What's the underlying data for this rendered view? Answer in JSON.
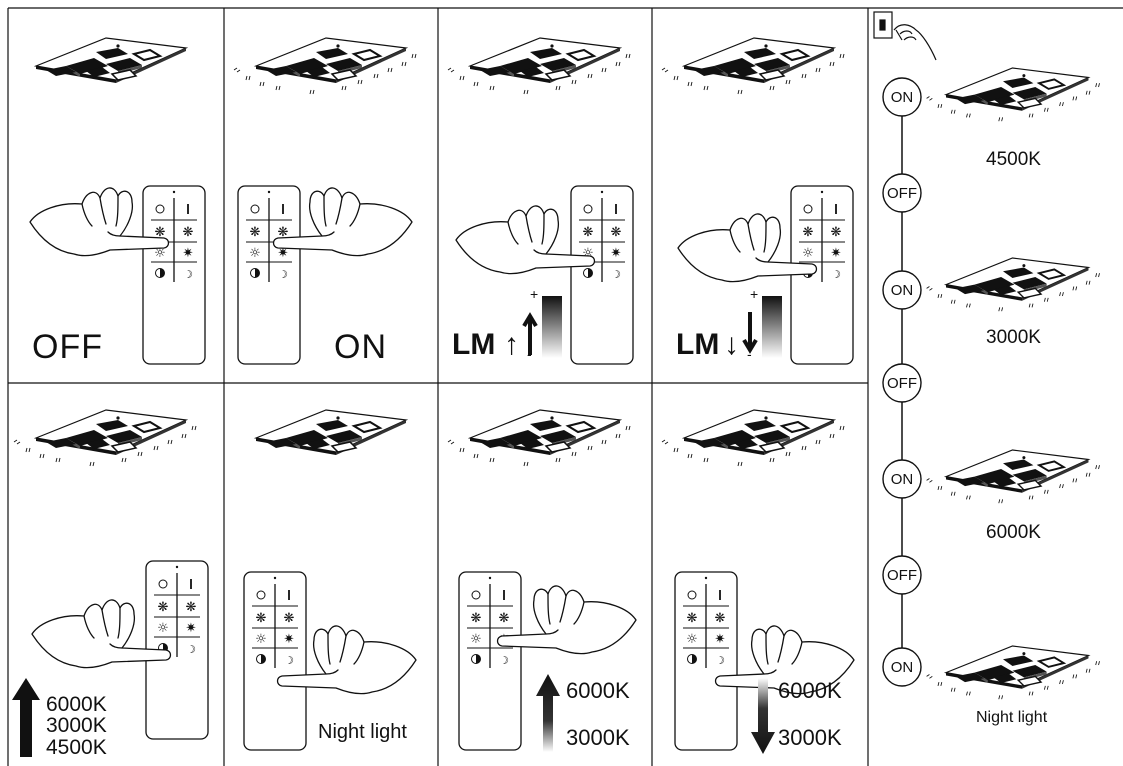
{
  "panels": {
    "p1": {
      "label": "OFF"
    },
    "p2": {
      "label": "ON"
    },
    "p3": {
      "label": "LM",
      "plus": "+",
      "minus": "-"
    },
    "p4": {
      "label": "LM",
      "plus": "+",
      "minus": "-"
    },
    "p5": {
      "labels": [
        "6000K",
        "3000K",
        "4500K"
      ]
    },
    "p6": {
      "label": "Night light"
    },
    "p7": {
      "top": "6000K",
      "bottom": "3000K"
    },
    "p8": {
      "top": "6000K",
      "bottom": "3000K"
    }
  },
  "sidebar": {
    "steps": [
      {
        "state": "ON",
        "caption": "4500K"
      },
      {
        "state": "OFF",
        "caption": ""
      },
      {
        "state": "ON",
        "caption": "3000K"
      },
      {
        "state": "OFF",
        "caption": ""
      },
      {
        "state": "ON",
        "caption": "6000K"
      },
      {
        "state": "OFF",
        "caption": ""
      },
      {
        "state": "ON",
        "caption": "Night light"
      }
    ]
  },
  "icons": [
    "ceiling-lamp-icon",
    "remote-control-icon",
    "pointing-hand-icon",
    "wall-switch-icon",
    "brightness-gradient-icon",
    "arrow-up-icon",
    "arrow-down-icon"
  ]
}
